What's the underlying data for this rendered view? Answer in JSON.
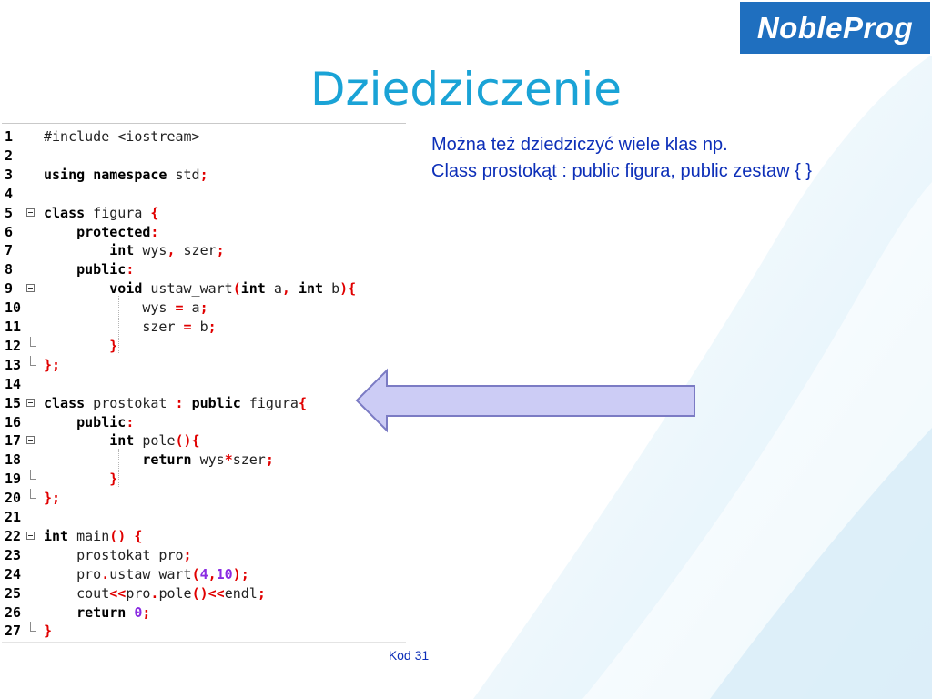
{
  "logo_text": "NobleProg",
  "slide_title": "Dziedziczenie",
  "notes": [
    "Można też dziedziczyć wiele klas np.",
    "Class prostokąt : public figura, public zestaw { }"
  ],
  "footer": "Kod 31",
  "colors": {
    "title": "#1aa3d6",
    "notes": "#0d2fb8",
    "logo_bg": "#1f6fbf",
    "arrow_fill": "#ccccf5",
    "arrow_stroke": "#8080c8",
    "keyword": "#000000",
    "punct": "#e00000",
    "number": "#8a2be2"
  },
  "icons": {
    "arrow": "left-arrow-shape",
    "fold": "fold-minus-icon"
  },
  "code_lines": [
    {
      "n": "1",
      "marker": "",
      "tokens": [
        [
          "d",
          "#include <iostream>"
        ]
      ]
    },
    {
      "n": "2",
      "marker": "",
      "tokens": []
    },
    {
      "n": "3",
      "marker": "",
      "tokens": [
        [
          "k",
          "using"
        ],
        [
          "d",
          " "
        ],
        [
          "k",
          "namespace"
        ],
        [
          "d",
          " std"
        ],
        [
          "p",
          ";"
        ]
      ]
    },
    {
      "n": "4",
      "marker": "",
      "tokens": []
    },
    {
      "n": "5",
      "marker": "fold",
      "tokens": [
        [
          "k",
          "class"
        ],
        [
          "d",
          " figura "
        ],
        [
          "p",
          "{"
        ]
      ]
    },
    {
      "n": "6",
      "marker": "",
      "tokens": [
        [
          "d",
          "    "
        ],
        [
          "k",
          "protected"
        ],
        [
          "p",
          ":"
        ]
      ]
    },
    {
      "n": "7",
      "marker": "",
      "tokens": [
        [
          "d",
          "        "
        ],
        [
          "k",
          "int"
        ],
        [
          "d",
          " wys"
        ],
        [
          "p",
          ","
        ],
        [
          "d",
          " szer"
        ],
        [
          "p",
          ";"
        ]
      ]
    },
    {
      "n": "8",
      "marker": "",
      "tokens": [
        [
          "d",
          "    "
        ],
        [
          "k",
          "public"
        ],
        [
          "p",
          ":"
        ]
      ]
    },
    {
      "n": "9",
      "marker": "fold",
      "tokens": [
        [
          "d",
          "        "
        ],
        [
          "k",
          "void"
        ],
        [
          "d",
          " ustaw_wart"
        ],
        [
          "p",
          "("
        ],
        [
          "k",
          "int"
        ],
        [
          "d",
          " a"
        ],
        [
          "p",
          ","
        ],
        [
          "d",
          " "
        ],
        [
          "k",
          "int"
        ],
        [
          "d",
          " b"
        ],
        [
          "p",
          "){"
        ]
      ]
    },
    {
      "n": "10",
      "marker": "",
      "tokens": [
        [
          "d",
          "            wys "
        ],
        [
          "p",
          "="
        ],
        [
          "d",
          " a"
        ],
        [
          "p",
          ";"
        ]
      ]
    },
    {
      "n": "11",
      "marker": "",
      "tokens": [
        [
          "d",
          "            szer "
        ],
        [
          "p",
          "="
        ],
        [
          "d",
          " b"
        ],
        [
          "p",
          ";"
        ]
      ]
    },
    {
      "n": "12",
      "marker": "end",
      "tokens": [
        [
          "d",
          "        "
        ],
        [
          "p",
          "}"
        ]
      ]
    },
    {
      "n": "13",
      "marker": "end",
      "tokens": [
        [
          "p",
          "};"
        ]
      ]
    },
    {
      "n": "14",
      "marker": "",
      "tokens": []
    },
    {
      "n": "15",
      "marker": "fold",
      "tokens": [
        [
          "k",
          "class"
        ],
        [
          "d",
          " prostokat "
        ],
        [
          "p",
          ":"
        ],
        [
          "d",
          " "
        ],
        [
          "k",
          "public"
        ],
        [
          "d",
          " figura"
        ],
        [
          "p",
          "{"
        ]
      ]
    },
    {
      "n": "16",
      "marker": "",
      "tokens": [
        [
          "d",
          "    "
        ],
        [
          "k",
          "public"
        ],
        [
          "p",
          ":"
        ]
      ]
    },
    {
      "n": "17",
      "marker": "fold",
      "tokens": [
        [
          "d",
          "        "
        ],
        [
          "k",
          "int"
        ],
        [
          "d",
          " pole"
        ],
        [
          "p",
          "(){"
        ]
      ]
    },
    {
      "n": "18",
      "marker": "",
      "tokens": [
        [
          "d",
          "            "
        ],
        [
          "k",
          "return"
        ],
        [
          "d",
          " wys"
        ],
        [
          "p",
          "*"
        ],
        [
          "d",
          "szer"
        ],
        [
          "p",
          ";"
        ]
      ]
    },
    {
      "n": "19",
      "marker": "end",
      "tokens": [
        [
          "d",
          "        "
        ],
        [
          "p",
          "}"
        ]
      ]
    },
    {
      "n": "20",
      "marker": "end",
      "tokens": [
        [
          "p",
          "};"
        ]
      ]
    },
    {
      "n": "21",
      "marker": "",
      "tokens": []
    },
    {
      "n": "22",
      "marker": "fold",
      "tokens": [
        [
          "k",
          "int"
        ],
        [
          "d",
          " main"
        ],
        [
          "p",
          "()"
        ],
        [
          "d",
          " "
        ],
        [
          "p",
          "{"
        ]
      ]
    },
    {
      "n": "23",
      "marker": "",
      "tokens": [
        [
          "d",
          "    prostokat pro"
        ],
        [
          "p",
          ";"
        ]
      ]
    },
    {
      "n": "24",
      "marker": "",
      "tokens": [
        [
          "d",
          "    pro"
        ],
        [
          "p",
          "."
        ],
        [
          "d",
          "ustaw_wart"
        ],
        [
          "p",
          "("
        ],
        [
          "n",
          "4"
        ],
        [
          "p",
          ","
        ],
        [
          "n",
          "10"
        ],
        [
          "p",
          ");"
        ]
      ]
    },
    {
      "n": "25",
      "marker": "",
      "tokens": [
        [
          "d",
          "    cout"
        ],
        [
          "p",
          "<<"
        ],
        [
          "d",
          "pro"
        ],
        [
          "p",
          "."
        ],
        [
          "d",
          "pole"
        ],
        [
          "p",
          "()<<"
        ],
        [
          "d",
          "endl"
        ],
        [
          "p",
          ";"
        ]
      ]
    },
    {
      "n": "26",
      "marker": "",
      "tokens": [
        [
          "d",
          "    "
        ],
        [
          "k",
          "return"
        ],
        [
          "d",
          " "
        ],
        [
          "n",
          "0"
        ],
        [
          "p",
          ";"
        ]
      ]
    },
    {
      "n": "27",
      "marker": "end",
      "tokens": [
        [
          "p",
          "}"
        ]
      ]
    }
  ]
}
